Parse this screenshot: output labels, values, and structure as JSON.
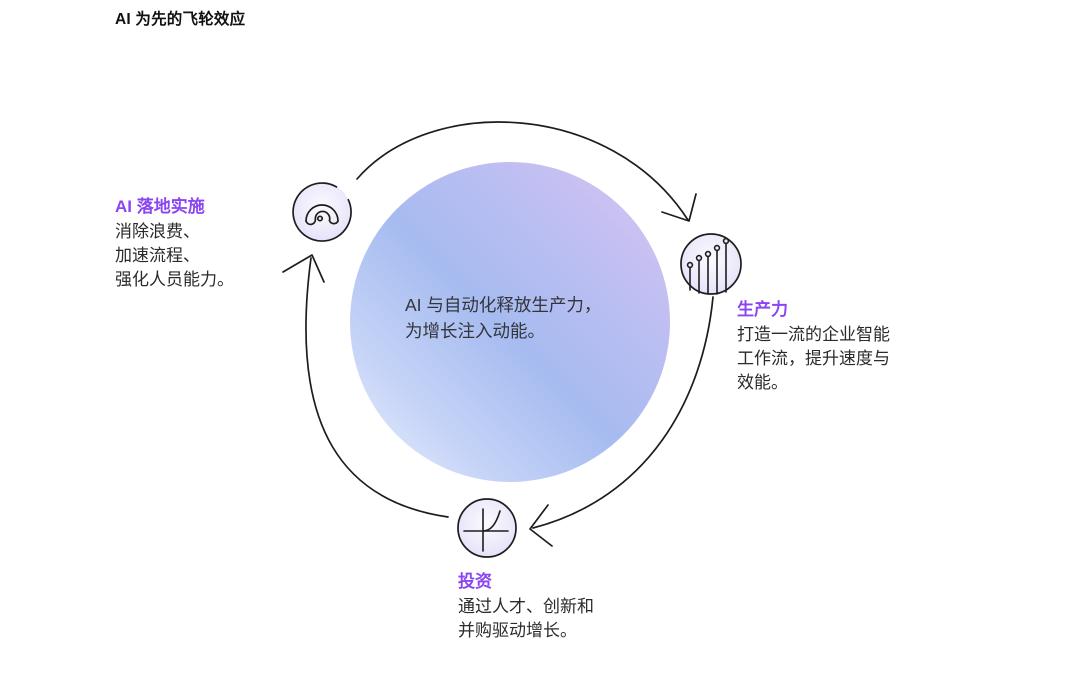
{
  "title": "AI 为先的飞轮效应",
  "hub": {
    "line1": "AI 与自动化释放生产力，",
    "line2": "为增长注入动能。"
  },
  "nodes": [
    {
      "id": "ai-implementation",
      "icon": "gauge-icon",
      "heading": "AI 落地实施",
      "lines": [
        "消除浪费、",
        "加速流程、",
        "强化人员能力。"
      ]
    },
    {
      "id": "productivity",
      "icon": "growth-bars-icon",
      "heading": "生产力",
      "lines": [
        "打造一流的企业智能",
        "工作流，提升速度与",
        "效能。"
      ]
    },
    {
      "id": "investment",
      "icon": "axis-curve-icon",
      "heading": "投资",
      "lines": [
        "通过人才、创新和",
        "并购驱动增长。"
      ]
    }
  ],
  "colors": {
    "accent_purple": "#8b46f2",
    "body_text": "#2a2b2e",
    "line_stroke": "#1d1d1d",
    "hub_gradient_top_right": "#dac7f0",
    "hub_gradient_center": "#a6bbf0",
    "hub_gradient_bottom_left": "#eef2fd"
  }
}
